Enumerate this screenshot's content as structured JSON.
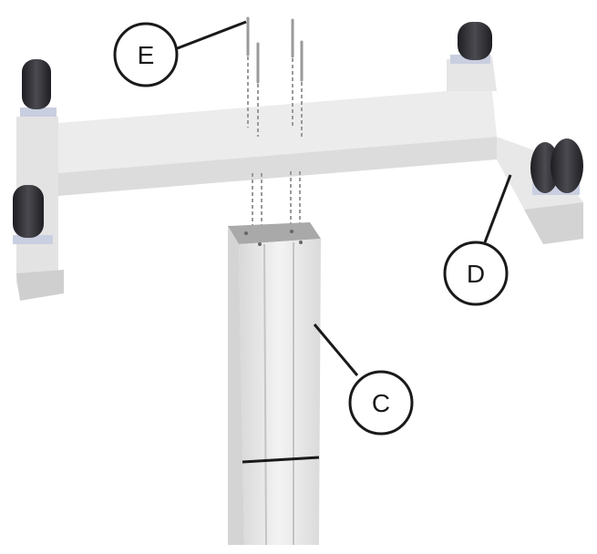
{
  "diagram": {
    "callouts": [
      {
        "id": "E",
        "label": "E",
        "refers_to": "screws"
      },
      {
        "id": "D",
        "label": "D",
        "refers_to": "base"
      },
      {
        "id": "C",
        "label": "C",
        "refers_to": "column"
      }
    ],
    "colors": {
      "base_top": "#ececec",
      "base_side": "#dcdcdc",
      "column_face": "#e9e9e9",
      "wheel": "#2f2f33",
      "caster_plate": "#c9cfe0",
      "screw": "#9a9a9a",
      "outline": "#1a1a1a"
    }
  }
}
